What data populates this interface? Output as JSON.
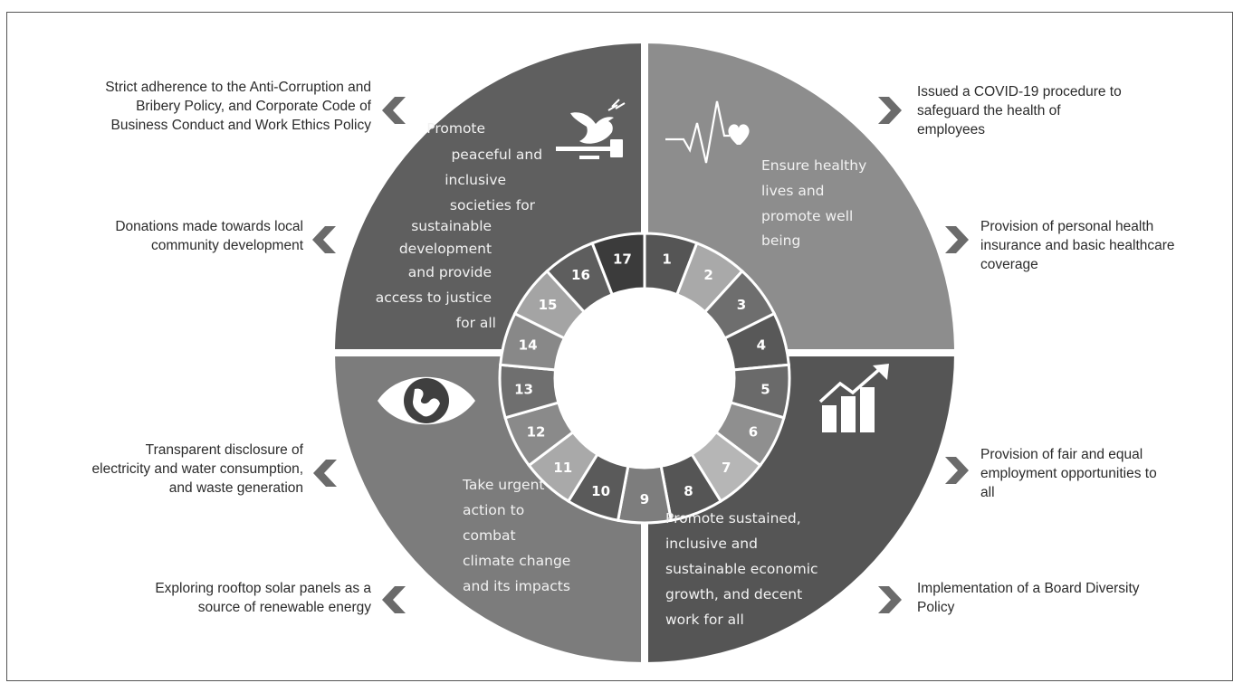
{
  "quadrants": [
    {
      "id": "q16",
      "color": "#5f5f5f",
      "text": [
        "Promote",
        "peaceful and",
        "inclusive",
        "societies for",
        "sustainable",
        "development",
        "and provide",
        "access to justice",
        "for all"
      ],
      "icon": "dove-gavel-icon"
    },
    {
      "id": "q3",
      "color": "#8d8d8d",
      "text": [
        "Ensure healthy",
        "lives and",
        "promote well",
        "being"
      ],
      "icon": "heartbeat-icon"
    },
    {
      "id": "q13",
      "color": "#7c7c7c",
      "text": [
        "Take urgent",
        "action to",
        "combat",
        "climate change",
        "and its impacts"
      ],
      "icon": "eye-globe-icon"
    },
    {
      "id": "q8",
      "color": "#555555",
      "text": [
        "Promote sustained,",
        "inclusive and",
        "sustainable economic",
        "growth, and decent",
        "work for all"
      ],
      "icon": "growth-chart-icon"
    }
  ],
  "ring": {
    "segments": [
      "1",
      "2",
      "3",
      "4",
      "5",
      "6",
      "7",
      "8",
      "9",
      "10",
      "11",
      "12",
      "13",
      "14",
      "15",
      "16",
      "17"
    ],
    "colors": [
      "#555555",
      "#a9a9a9",
      "#6e6e6e",
      "#585858",
      "#6a6a6a",
      "#8f8f8f",
      "#b6b6b6",
      "#555555",
      "#7d7d7d",
      "#5a5a5a",
      "#a9a9a9",
      "#8a8a8a",
      "#6f6f6f",
      "#888888",
      "#a4a4a4",
      "#5e5e5e",
      "#3b3b3b"
    ]
  },
  "callouts": {
    "left": [
      {
        "lines": [
          "Strict adherence to the Anti-Corruption and",
          "Bribery Policy, and Corporate Code of",
          "Business Conduct and Work Ethics Policy"
        ]
      },
      {
        "lines": [
          "Donations made towards local",
          "community development"
        ]
      },
      {
        "lines": [
          "Transparent disclosure of",
          "electricity and water consumption,",
          "and waste generation"
        ]
      },
      {
        "lines": [
          "Exploring rooftop solar panels as a",
          "source of renewable energy"
        ]
      }
    ],
    "right": [
      {
        "lines": [
          "Issued a COVID-19 procedure to",
          "safeguard the health of",
          "employees"
        ]
      },
      {
        "lines": [
          "Provision of personal health",
          "insurance and basic healthcare",
          "coverage"
        ]
      },
      {
        "lines": [
          "Provision of fair and equal",
          "employment opportunities to",
          "all"
        ]
      },
      {
        "lines": [
          "Implementation of a Board Diversity",
          "Policy"
        ]
      }
    ]
  },
  "colors": {
    "chevron": "#6b6b6b",
    "gap": "#ffffff"
  }
}
